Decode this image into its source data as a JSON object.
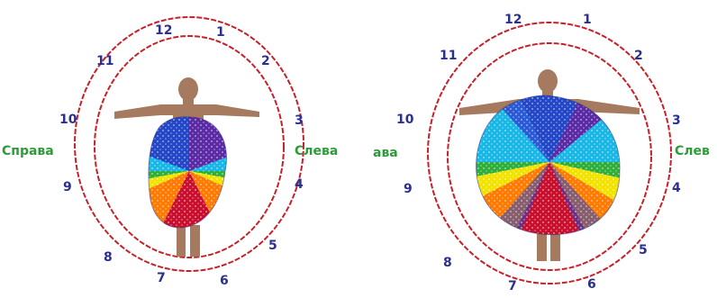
{
  "figures": [
    {
      "id": "left",
      "clock_numbers": [
        "12",
        "1",
        "2",
        "3",
        "4",
        "5",
        "6",
        "7",
        "8",
        "9",
        "10",
        "11"
      ],
      "label_left": "Справа",
      "label_right": "Слева"
    },
    {
      "id": "right",
      "clock_numbers": [
        "12",
        "1",
        "2",
        "3",
        "4",
        "5",
        "6",
        "7",
        "8",
        "9",
        "10",
        "11"
      ],
      "label_left": "ава",
      "label_right": "Слев"
    }
  ],
  "colors": {
    "ring": "#c8202a",
    "numbers": "#2b2f8f",
    "side_labels": "#2e9a3a",
    "body": "#a57a5e",
    "aura": [
      "#c8102e",
      "#ff7a00",
      "#f2e200",
      "#2fae3a",
      "#19b7e6",
      "#2447c7",
      "#5b2aa5"
    ]
  }
}
